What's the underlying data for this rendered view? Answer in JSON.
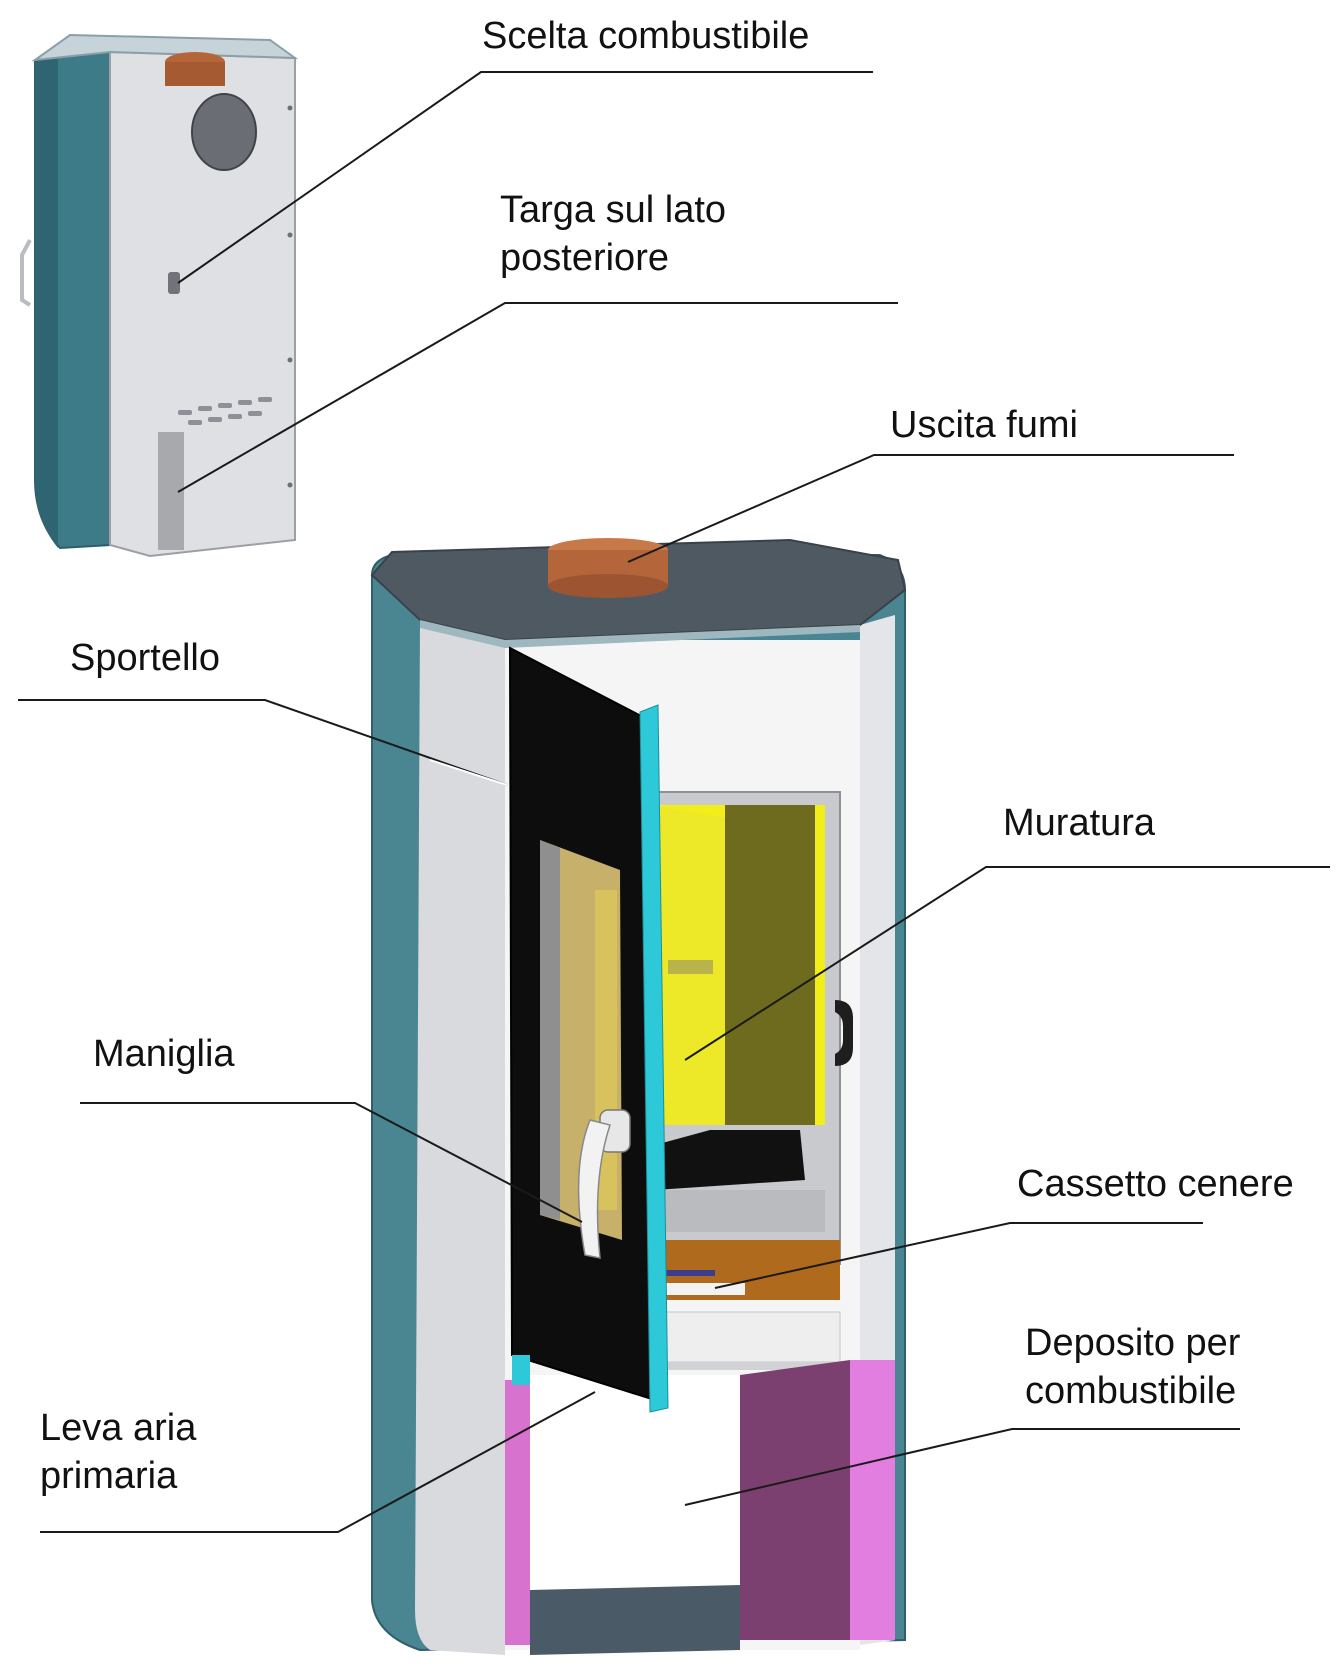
{
  "labels": {
    "scelta": "Scelta combustibile",
    "targa": [
      "Targa sul lato",
      "posteriore"
    ],
    "uscita": "Uscita fumi",
    "sportello": "Sportello",
    "muratura": "Muratura",
    "maniglia": "Maniglia",
    "cassetto": "Cassetto cenere",
    "deposito": [
      "Deposito per",
      "combustibile"
    ],
    "leva": [
      "Leva aria",
      "primaria"
    ]
  },
  "colors": {
    "body_teal": "#3e7b88",
    "panel_grey": "#dcdde0",
    "top_dark": "#4f5962",
    "flue_copper": "#b5653a",
    "door_black": "#0d0d0d",
    "door_edge_cyan": "#2ec9d9",
    "firebox_yellow": "#f2ee1a",
    "firebox_olive": "#6e6b1e",
    "storage_purple": "#7b4070",
    "storage_pink": "#e17ee0",
    "ash_orange": "#b06a1e",
    "leader_line": "#1a1a1a"
  },
  "icons": {
    "small_stove": "stove-rear-view",
    "large_stove": "stove-front-cutaway"
  }
}
